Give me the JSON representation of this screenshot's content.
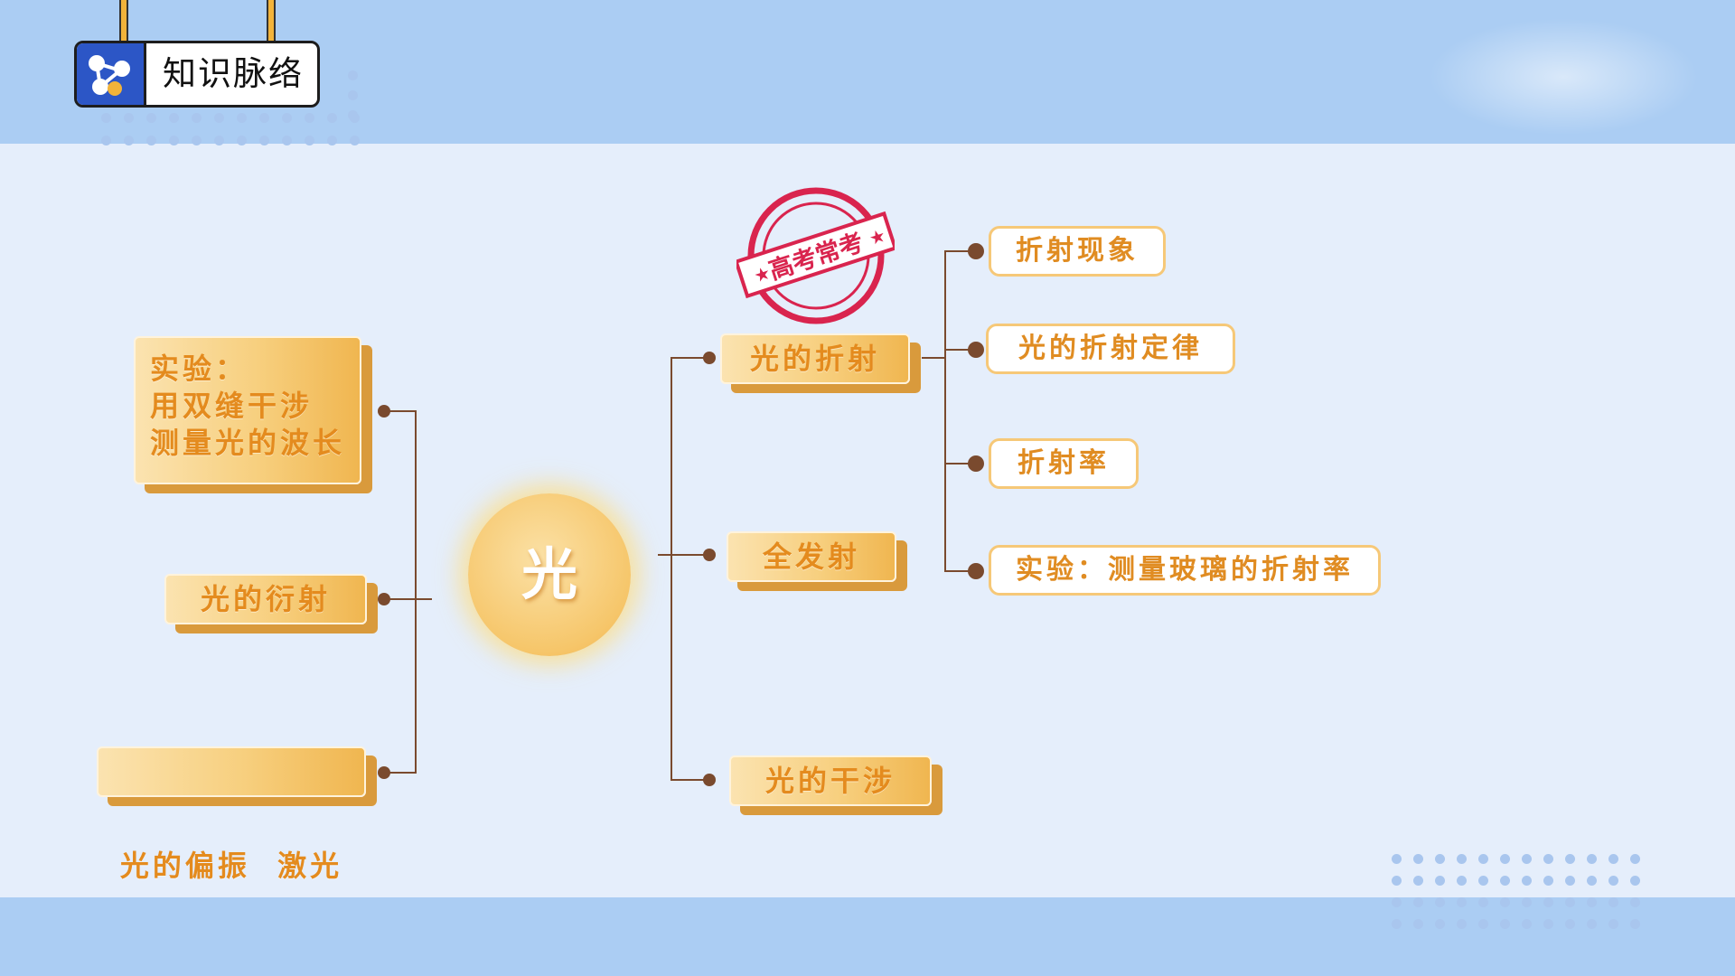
{
  "title": {
    "text": "知识脉络"
  },
  "center": {
    "label": "光"
  },
  "stamp": {
    "text": "高考常考"
  },
  "left_nodes": [
    {
      "lines": [
        "实验：",
        "用双缝干涉",
        "测量光的波长"
      ]
    },
    {
      "label": "光的衍射"
    },
    {
      "label": "光的偏振  激光"
    }
  ],
  "right_nodes": [
    {
      "label": "光的折射"
    },
    {
      "label": "全发射"
    },
    {
      "label": "光的干涉"
    }
  ],
  "refraction_children": [
    {
      "label": "折射现象"
    },
    {
      "label": "光的折射定律"
    },
    {
      "label": "折射率"
    },
    {
      "label": "实验：测量玻璃的折射率"
    }
  ],
  "colors": {
    "accent_orange": "#e48b1e",
    "node_fill": "#f7cf7e",
    "connector": "#7a4a2e",
    "stamp_red": "#d9244e",
    "band_blue": "#abcdf3"
  }
}
